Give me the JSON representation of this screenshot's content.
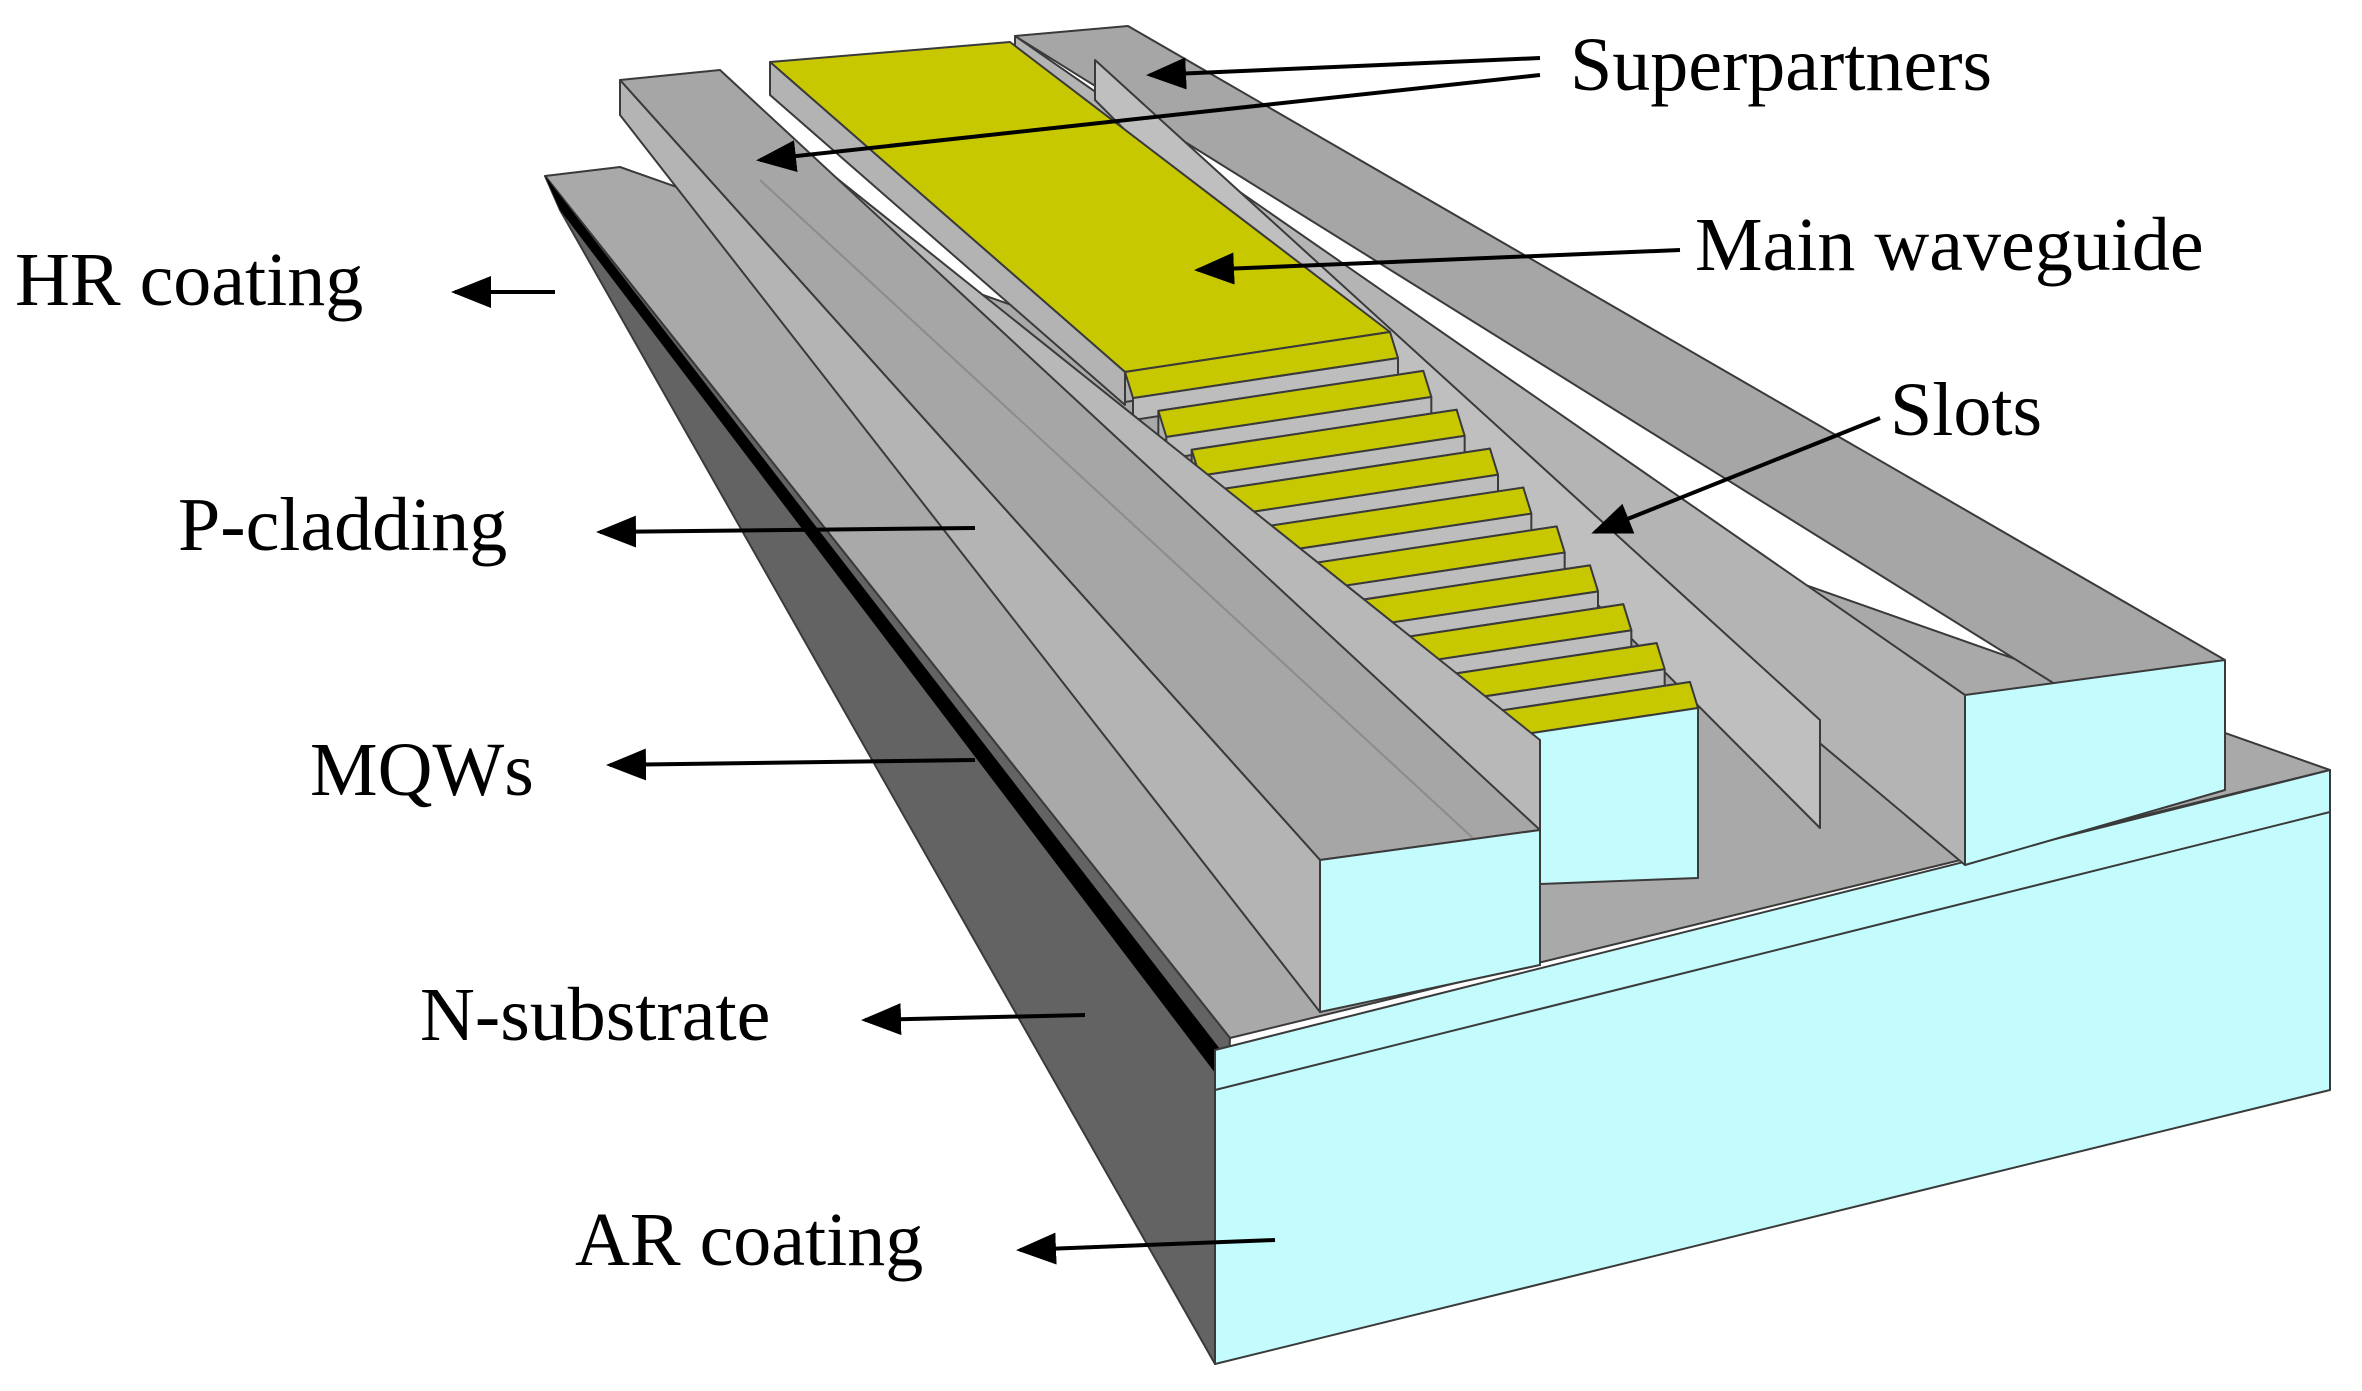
{
  "labels": {
    "superpartners": "Superpartners",
    "main_waveguide": "Main waveguide",
    "hr_coating": "HR coating",
    "slots": "Slots",
    "p_cladding": "P-cladding",
    "mqws": "MQWs",
    "n_substrate": "N-substrate",
    "ar_coating": "AR coating"
  },
  "slot_count": 10,
  "colors": {
    "waveguide_top": "#c8c800",
    "ridge_top": "#a6a6a6",
    "ridge_side": "#b4b4b4",
    "substrate_side": "#636363",
    "facet": "#c4fbfd",
    "mqw_layer": "#000000"
  }
}
